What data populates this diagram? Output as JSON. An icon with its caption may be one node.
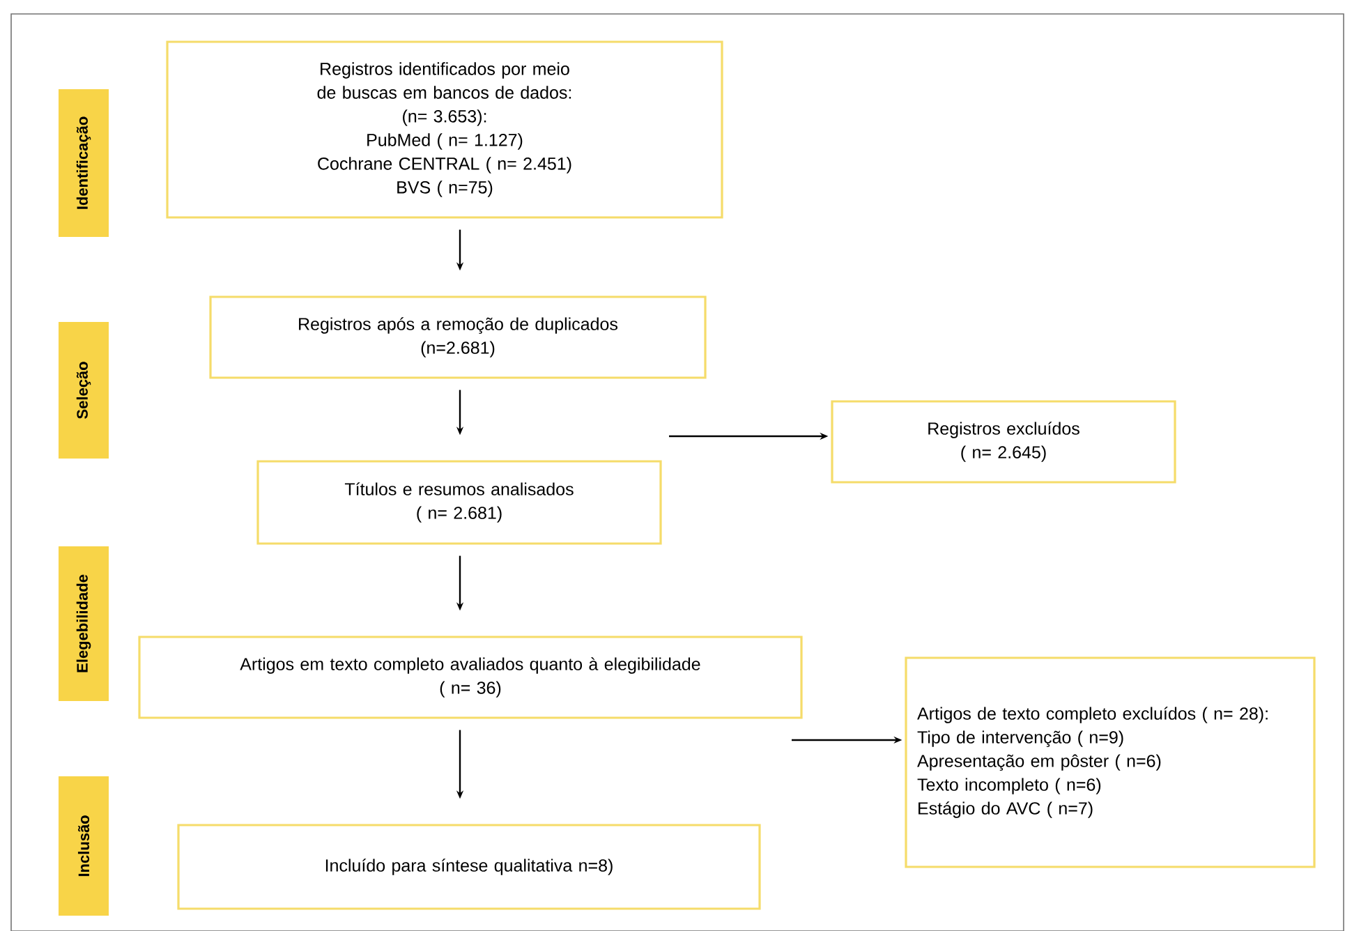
{
  "diagram": {
    "nodes": [
      {
        "text": [
          "Identificação"
        ]
      },
      {
        "text": [
          "Registros identificados por meio de buscas em bancos de dados:",
          "(n= 3.653):",
          "PubMed ( n= 1.127)",
          "Cochrane CENTRAL ( n= 2.451)",
          "BVS ( n=75)"
        ]
      },
      {
        "text": [
          "Seleção"
        ]
      },
      {
        "text": [
          "Registros após a remoção de duplicados",
          "(n=2.681)"
        ]
      },
      {
        "text": [
          "Registros excluídos",
          "( n= 2.645)"
        ]
      },
      {
        "text": [
          "Títulos e resumos analisados",
          "( n= 2.681)"
        ]
      },
      {
        "text": [
          "Elegebilidade"
        ]
      },
      {
        "text": [
          "Artigos em texto completo avaliados quanto à elegibilidade",
          "( n= 36)"
        ]
      },
      {
        "text": [
          "Artigos de texto completo excluídos ( n= 28):",
          "Tipo de intervenção ( n=9)",
          "Apresentação em pôster ( n=6)",
          "Texto incompleto ( n=6)",
          "Estágio do AVC ( n=7)"
        ]
      },
      {
        "text": [
          "Inclusão"
        ]
      },
      {
        "text": [
          "Incluído para síntese qualitativa n=8)"
        ]
      }
    ],
    "edges": [
      {
        "from": 1,
        "to": 3,
        "arrow": "to"
      },
      {
        "from": 3,
        "to": 5,
        "arrow": "to"
      },
      {
        "from": null,
        "to": 4,
        "arrow": "to"
      },
      {
        "from": 5,
        "to": 7,
        "arrow": "to"
      },
      {
        "from": null,
        "to": 8,
        "arrow": "to"
      },
      {
        "from": 7,
        "to": 10,
        "arrow": "to"
      }
    ]
  }
}
